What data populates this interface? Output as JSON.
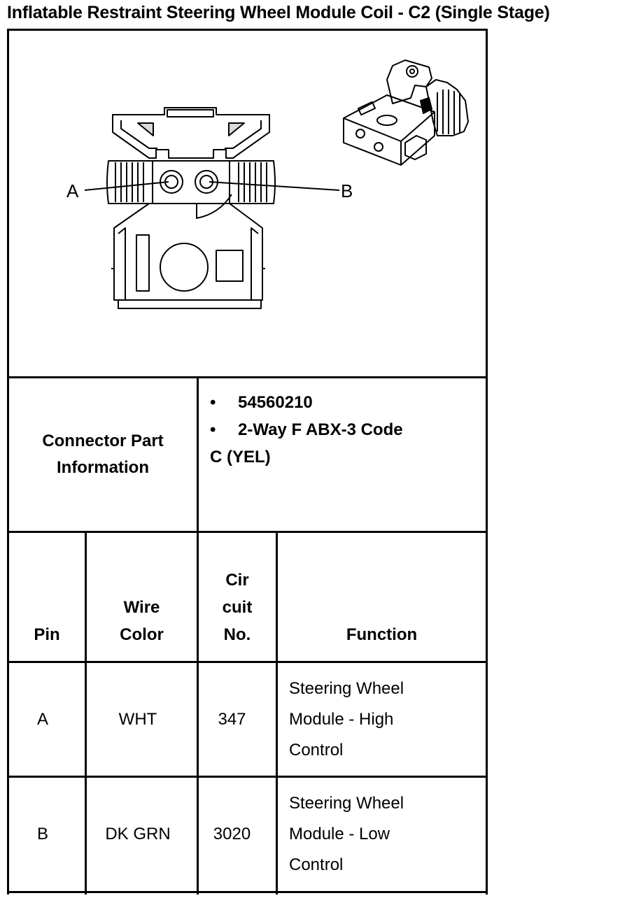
{
  "title": "Inflatable Restraint Steering Wheel Module Coil - C2 (Single Stage)",
  "figure": {
    "pin_labels": {
      "a": "A",
      "b": "B"
    }
  },
  "connector": {
    "label_line1": "Connector Part",
    "label_line2": "Information",
    "bullet_symbol": "•",
    "part_number": "54560210",
    "description_line1": "2-Way F ABX-3 Code",
    "description_line2": "C (YEL)"
  },
  "table": {
    "headers": {
      "pin": "Pin",
      "wire_color_1": "Wire",
      "wire_color_2": "Color",
      "circuit_1": "Cir",
      "circuit_2": "cuit",
      "circuit_3": "No.",
      "function": "Function"
    },
    "rows": [
      {
        "pin": "A",
        "wire_color": "WHT",
        "circuit": "347",
        "function_lines": [
          "Steering Wheel",
          "Module - High",
          "Control"
        ]
      },
      {
        "pin": "B",
        "wire_color": "DK GRN",
        "circuit": "3020",
        "function_lines": [
          "Steering Wheel",
          "Module - Low",
          "Control"
        ]
      }
    ]
  }
}
